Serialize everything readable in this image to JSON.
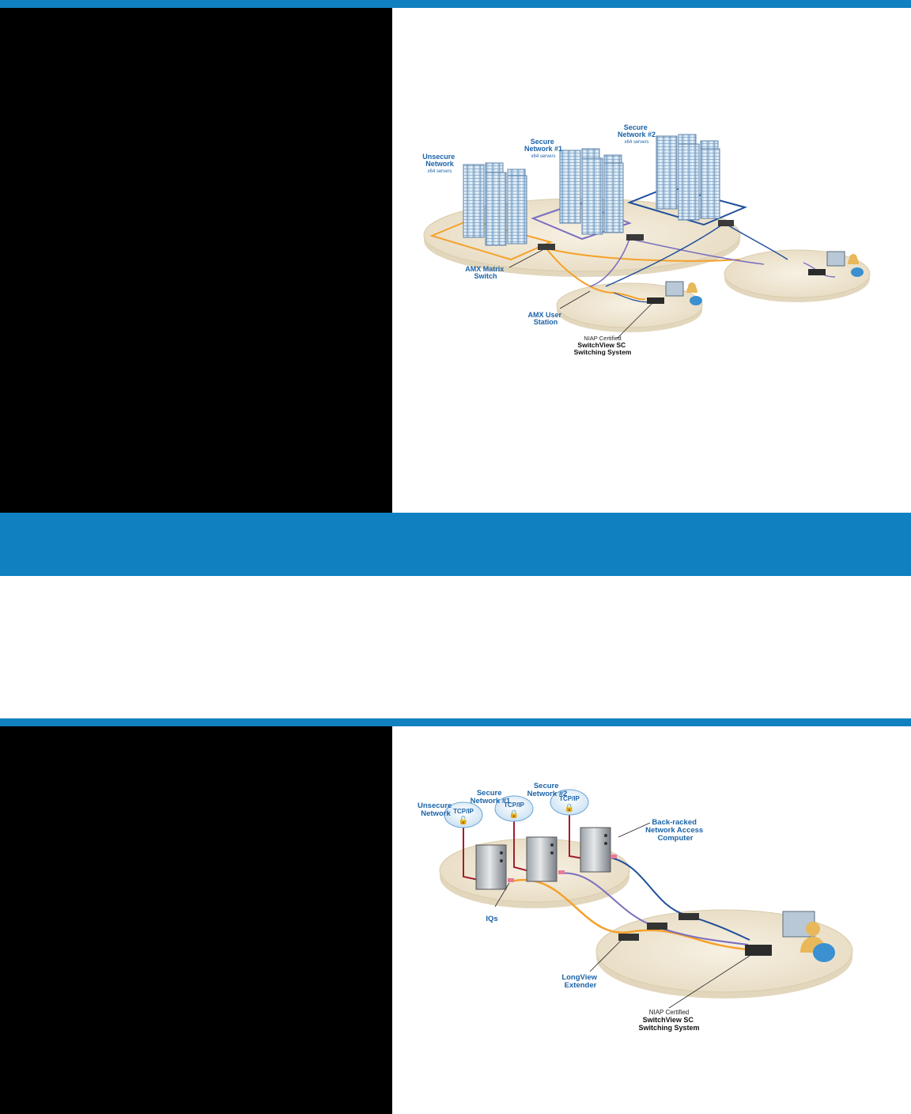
{
  "diagram1": {
    "unsecure_network": [
      "Unsecure",
      "Network"
    ],
    "unsecure_sub": "x64 servers",
    "secure1": [
      "Secure",
      "Network #1"
    ],
    "secure1_sub": "x64 servers",
    "secure2": [
      "Secure",
      "Network #2"
    ],
    "secure2_sub": "x64 servers",
    "matrix_switch": [
      "AMX Matrix",
      "Switch"
    ],
    "user_station": [
      "AMX User",
      "Station"
    ],
    "niap_line": "NIAP Certified",
    "switchview_line1": "SwitchView SC",
    "switchview_line2": "Switching System"
  },
  "diagram2": {
    "unsecure_network": [
      "Unsecure",
      "Network"
    ],
    "secure1": [
      "Secure",
      "Network #1"
    ],
    "secure2": [
      "Secure",
      "Network #2"
    ],
    "cloud_label": "TCP/IP",
    "backracked": [
      "Back-racked",
      "Network Access",
      "Computer"
    ],
    "iqs": "IQs",
    "longview": [
      "LongView",
      "Extender"
    ],
    "niap_line": "NIAP Certified",
    "switchview_line1": "SwitchView SC",
    "switchview_line2": "Switching System"
  },
  "colors": {
    "band_blue": "#1180c0",
    "orange_cable": "#f5a12b",
    "purple_cable": "#7a6fbf",
    "navy_cable": "#1f4e9a",
    "red_cable": "#a31d2b"
  }
}
